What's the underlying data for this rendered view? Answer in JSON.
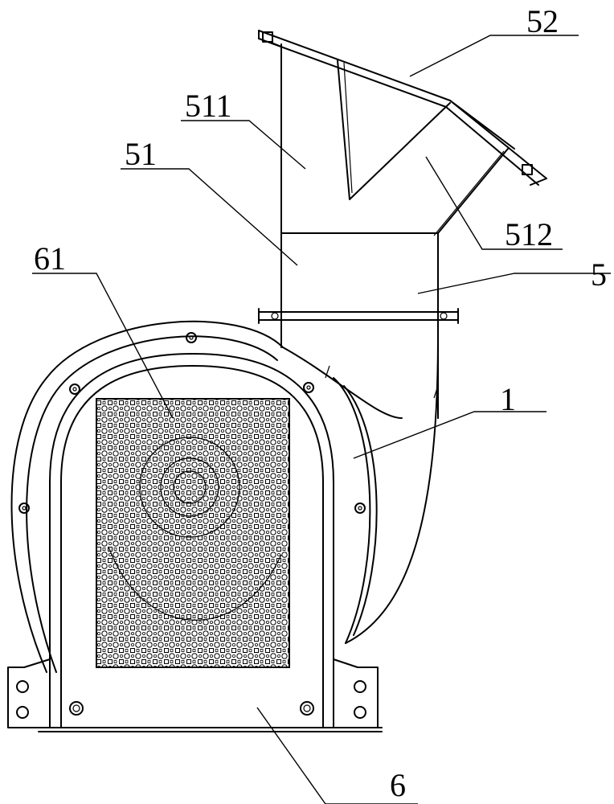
{
  "labels": {
    "l52": "52",
    "l511": "511",
    "l51": "51",
    "l512": "512",
    "l61": "61",
    "l5": "5",
    "l1": "1",
    "l6": "6"
  }
}
